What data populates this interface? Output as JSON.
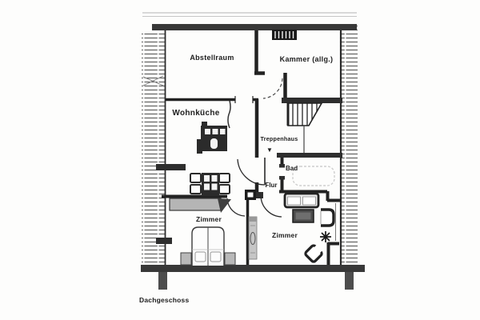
{
  "floor_plan": {
    "floor_label": "Dachgeschoss",
    "rooms": {
      "abstellraum": "Abstellraum",
      "kammer": "Kammer (allg.)",
      "wohnkueche": "Wohnküche",
      "treppenhaus": "Treppenhaus",
      "bad": "Bad",
      "flur": "Flur",
      "zimmer_left": "Zimmer",
      "zimmer_right": "Zimmer"
    },
    "stairs_down_glyph": "▼",
    "colors": {
      "ink": "#202020",
      "slab": "#383838",
      "furniture_dark": "#2b2b2b",
      "furniture_gray": "#b9b9b9",
      "paper": "#fdfdfc"
    }
  }
}
